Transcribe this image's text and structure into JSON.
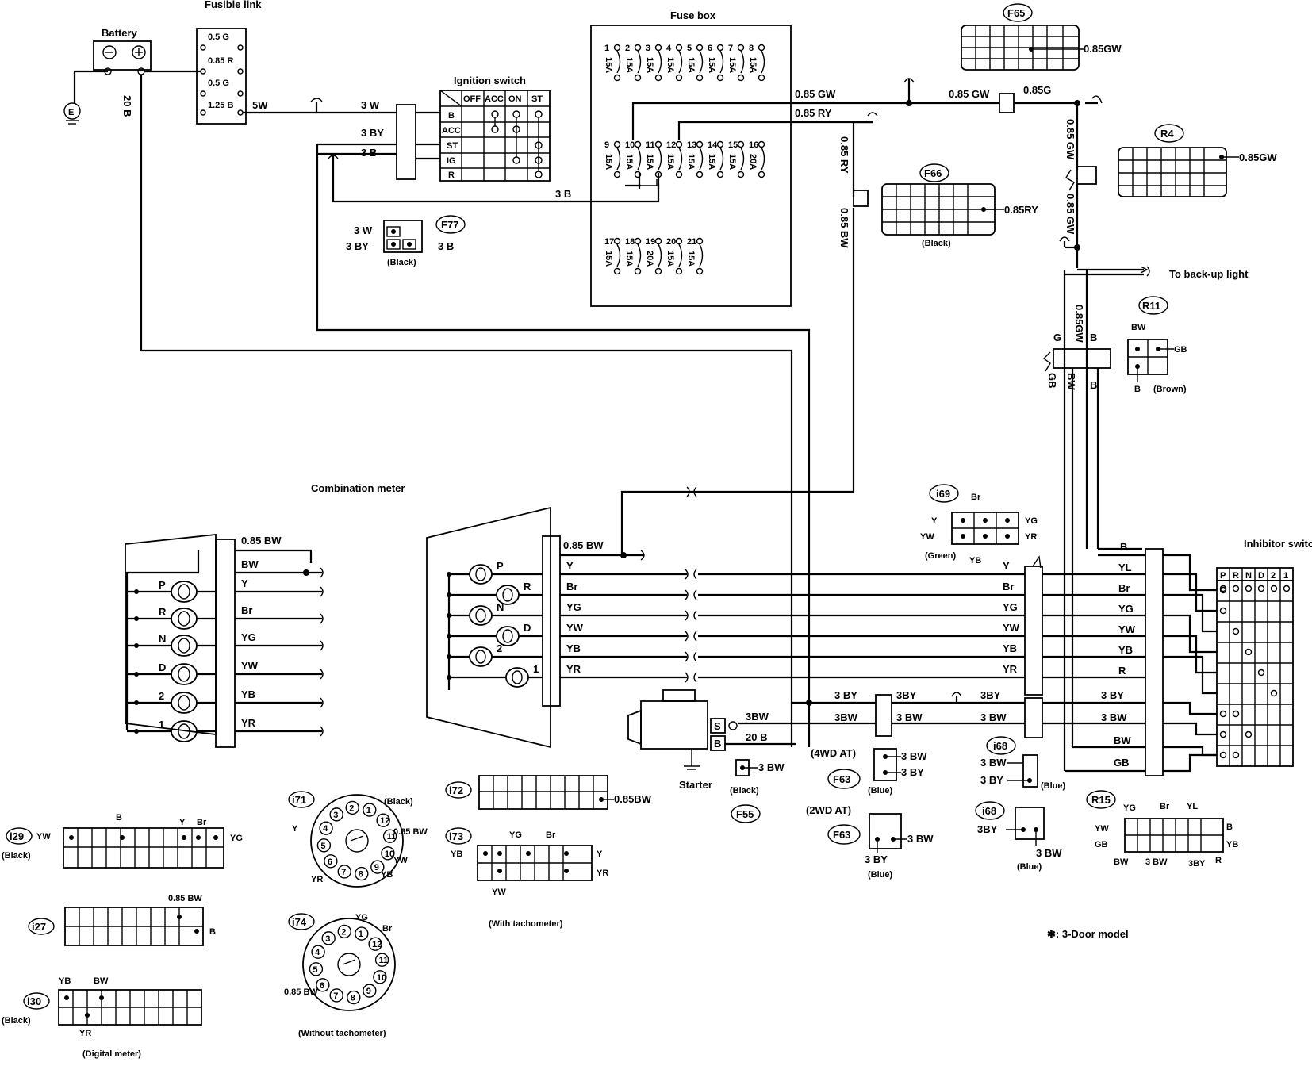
{
  "labels": {
    "battery": "Battery",
    "fusible_link": "Fusible link",
    "fuse_box": "Fuse box",
    "ignition_switch": "Ignition switch",
    "combination_meter": "Combination meter",
    "inhibitor_switch": "Inhibitor switch",
    "starter": "Starter",
    "to_backup_light": "To back-up light",
    "footnote": "✱: 3-Door model",
    "with_tachometer": "(With tachometer)",
    "without_tachometer": "(Without tachometer)",
    "digital_meter": "(Digital meter)",
    "ground": "E"
  },
  "fusible_link_values": [
    "0.5 G",
    "0.85 R",
    "0.5 G",
    "1.25 B"
  ],
  "ignition_switch": {
    "cols": [
      "OFF",
      "ACC",
      "ON",
      "ST"
    ],
    "rows": [
      "B",
      "ACC",
      "ST",
      "IG",
      "R"
    ]
  },
  "fuses": [
    {
      "n": "1",
      "a": "15A"
    },
    {
      "n": "2",
      "a": "15A"
    },
    {
      "n": "3",
      "a": "15A"
    },
    {
      "n": "4",
      "a": "15A"
    },
    {
      "n": "5",
      "a": "15A"
    },
    {
      "n": "6",
      "a": "15A"
    },
    {
      "n": "7",
      "a": "15A"
    },
    {
      "n": "8",
      "a": "15A"
    },
    {
      "n": "9",
      "a": "15A"
    },
    {
      "n": "10",
      "a": "15A"
    },
    {
      "n": "11",
      "a": "15A"
    },
    {
      "n": "12",
      "a": "15A"
    },
    {
      "n": "13",
      "a": "15A"
    },
    {
      "n": "14",
      "a": "15A"
    },
    {
      "n": "15",
      "a": "15A"
    },
    {
      "n": "16",
      "a": "20A"
    },
    {
      "n": "17",
      "a": "15A"
    },
    {
      "n": "18",
      "a": "15A"
    },
    {
      "n": "19",
      "a": "20A"
    },
    {
      "n": "20",
      "a": "15A"
    },
    {
      "n": "21",
      "a": "15A"
    }
  ],
  "wires": {
    "w20b": "20 B",
    "w5w": "5W",
    "w3w": "3 W",
    "w3by": "3 BY",
    "w3b": "3 B",
    "w3b2": "3 B",
    "gw085": "0.85 GW",
    "gw085b": "0.85 GW",
    "g085": "0.85G",
    "ry085": "0.85 RY",
    "ry085v": "0.85 RY",
    "bw085v": "0.85 BW",
    "gw085v1": "0.85 GW",
    "gw085v2": "0.85 GW",
    "gw085v3": "0.85GW",
    "g": "G",
    "b": "B",
    "gb": "GB",
    "bw": "BW",
    "b2": "B"
  },
  "connectors": {
    "f65": {
      "id": "F65",
      "wire": "0.85GW"
    },
    "r4": {
      "id": "R4",
      "wire": "0.85GW"
    },
    "f66": {
      "id": "F66",
      "wire": "0.85RY",
      "color": "(Black)"
    },
    "f77": {
      "id": "F77",
      "w1": "3 W",
      "w2": "3 BY",
      "w3": "3 B",
      "color": "(Black)"
    },
    "r11": {
      "id": "R11",
      "bw": "BW",
      "gb": "GB",
      "b": "B",
      "color": "(Brown)"
    },
    "i69": {
      "id": "i69",
      "br": "Br",
      "y": "Y",
      "yg": "YG",
      "yw": "YW",
      "yr": "YR",
      "yb": "YB",
      "color": "(Green)"
    },
    "i72": {
      "id": "i72",
      "wire": "0.85BW"
    },
    "i73": {
      "id": "i73",
      "yb": "YB",
      "yg": "YG",
      "br": "Br",
      "y": "Y",
      "yr": "YR",
      "yw": "YW"
    },
    "i71": {
      "id": "i71",
      "color": "(Black)",
      "y": "Y",
      "bw": "0.85 BW",
      "yw": "YW",
      "yb": "YB",
      "yr": "YR"
    },
    "i74": {
      "id": "i74",
      "yg": "YG",
      "br": "Br",
      "bw": "0.85 BW"
    },
    "i29": {
      "id": "i29",
      "b": "B",
      "y": "Y",
      "br": "Br",
      "yw": "YW",
      "yg": "YG",
      "color": "(Black)"
    },
    "i27": {
      "id": "i27",
      "bw": "0.85 BW",
      "b": "B"
    },
    "i30": {
      "id": "i30",
      "yb": "YB",
      "bw": "BW",
      "yr": "YR",
      "color": "(Black)"
    },
    "f55": {
      "id": "F55",
      "wire": "3 BW",
      "color": "(Black)"
    },
    "f63a": {
      "id": "F63",
      "title": "(4WD AT)",
      "w1": "3 BW",
      "w2": "3 BY",
      "color": "(Blue)"
    },
    "f63b": {
      "id": "F63",
      "title": "(2WD AT)",
      "w1": "3 BW",
      "w2": "3 BY",
      "color": "(Blue)"
    },
    "i68a": {
      "id": "i68",
      "w1": "3 BW",
      "w2": "3 BY",
      "color": "(Blue)"
    },
    "i68b": {
      "id": "i68",
      "w1": "3BY",
      "w2": "3 BW",
      "color": "(Blue)"
    },
    "r15": {
      "id": "R15",
      "yg": "YG",
      "br": "Br",
      "yl": "YL",
      "b": "B",
      "yw": "YW",
      "gb": "GB",
      "yb": "YB",
      "bw": "BW",
      "bw3": "3 BW",
      "by3": "3BY",
      "r": "R"
    }
  },
  "meter_left": {
    "top_wire": "0.85 BW",
    "wires": [
      "BW",
      "Y",
      "Br",
      "YG",
      "YW",
      "YB",
      "YR"
    ],
    "lamps": [
      "P",
      "R",
      "N",
      "D",
      "2",
      "1"
    ]
  },
  "meter_right": {
    "top_wire": "0.85 BW",
    "wires": [
      "Y",
      "Br",
      "YG",
      "YW",
      "YB",
      "YR"
    ],
    "lamps": [
      "P",
      "R",
      "N",
      "D",
      "2",
      "1"
    ]
  },
  "main_bus": {
    "left": [
      "Y",
      "Br",
      "YG",
      "YW",
      "YB",
      "YR"
    ],
    "right": [
      "YL",
      "Br",
      "YG",
      "YW",
      "YB",
      "R"
    ],
    "top_b": "B"
  },
  "lower_bus": {
    "by1": "3 BY",
    "by2": "3BY",
    "by3": "3BY",
    "by4": "3 BY",
    "bw1": "3BW",
    "bw2": "3 BW",
    "bw3": "3 BW",
    "bw4": "3 BW",
    "bw_r": "BW",
    "gb_r": "GB"
  },
  "starter_terms": {
    "s": "S",
    "b": "B",
    "s_wire": "3BW",
    "b_wire": "20 B"
  },
  "inhibitor_positions": [
    "P",
    "R",
    "N",
    "D",
    "2",
    "1"
  ]
}
